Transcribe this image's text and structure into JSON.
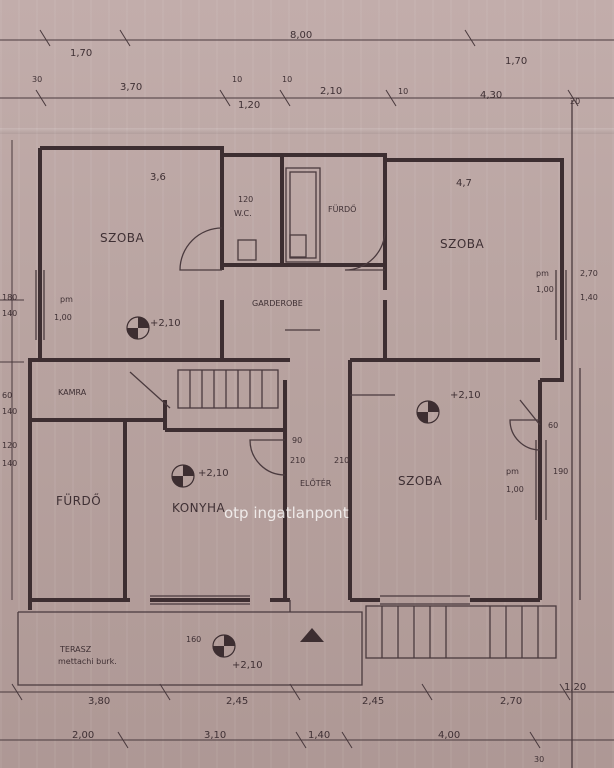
{
  "rooms": {
    "szoba_nw": "SZOBA",
    "szoba_ne": "SZOBA",
    "szoba_se": "SZOBA",
    "wc": "W.C.",
    "furdo": "FÜRDŐ",
    "gardrobe": "GARDEROBE",
    "kamra": "KAMRA",
    "furdo_w": "FÜRDŐ",
    "konyha": "KONYHA",
    "eloter": "ELŐTÉR",
    "terasz": "TERASZ",
    "terasz_sub": "mettachi burk."
  },
  "areas": {
    "nw": "3,6",
    "ne": "4,7"
  },
  "levels": {
    "nw": "+2,10",
    "se": "+2,10",
    "center": "+2,10",
    "terrace": "+2,10"
  },
  "dims": {
    "top1_a": "1,70",
    "top1_b": "8,00",
    "top1_c": "1,70",
    "top2_a": "30",
    "top2_b": "3,70",
    "top2_c": "10",
    "top2_d": "1,20",
    "top2_e": "10",
    "top2_f": "2,10",
    "top2_g": "10",
    "top2_h": "4,30",
    "top2_i": "20",
    "bot1_a": "3,80",
    "bot1_b": "2,45",
    "bot1_c": "2,45",
    "bot1_d": "2,70",
    "bot1_e": "1,20",
    "bot2_a": "2,00",
    "bot2_b": "3,10",
    "bot2_c": "1,40",
    "bot2_d": "4,00",
    "bot2_e": "30",
    "left_a": "180",
    "left_b": "140",
    "left_c": "60",
    "left_d": "140",
    "left_e": "120",
    "left_f": "140",
    "right_a": "2,70",
    "right_b": "1,40",
    "win_nw_a": "pm",
    "win_nw_b": "1,00",
    "win_ne_a": "pm",
    "win_ne_b": "1,00",
    "win_se_a": "pm",
    "win_se_b": "1,00",
    "door_a": "90",
    "door_b": "210",
    "door_c": "60",
    "door_d": "210",
    "d_120": "120",
    "d_160": "160",
    "d_190": "190"
  },
  "watermark": "otp ingatlanpont"
}
